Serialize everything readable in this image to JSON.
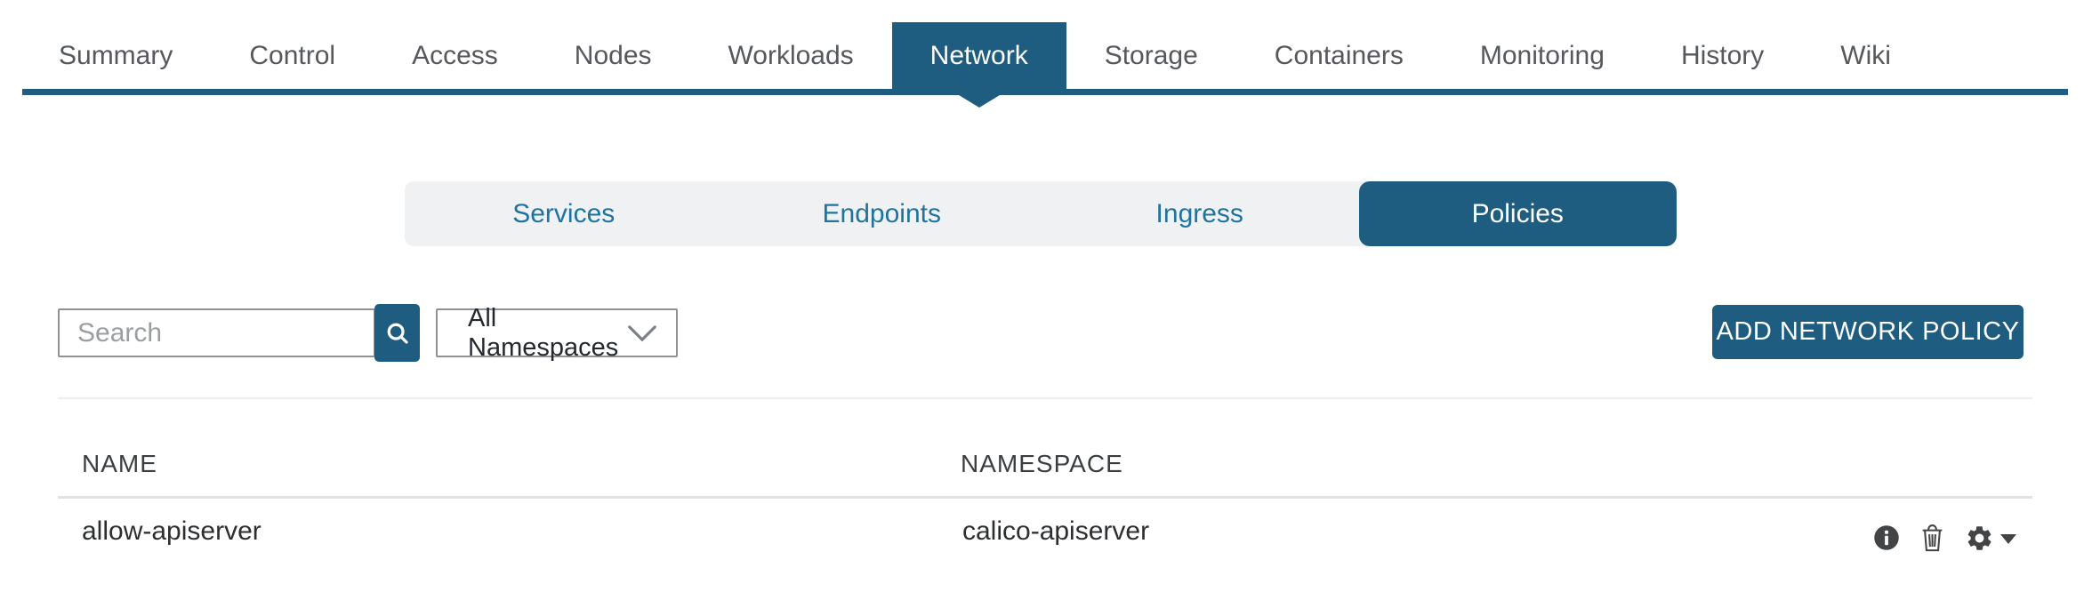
{
  "colors": {
    "accent": "#1e5c80",
    "subtab_link": "#1f739f",
    "nav_text": "#55585c",
    "icon_gray": "#424446"
  },
  "topnav": {
    "tabs": [
      {
        "label": "Summary",
        "active": false
      },
      {
        "label": "Control",
        "active": false
      },
      {
        "label": "Access",
        "active": false
      },
      {
        "label": "Nodes",
        "active": false
      },
      {
        "label": "Workloads",
        "active": false
      },
      {
        "label": "Network",
        "active": true
      },
      {
        "label": "Storage",
        "active": false
      },
      {
        "label": "Containers",
        "active": false
      },
      {
        "label": "Monitoring",
        "active": false
      },
      {
        "label": "History",
        "active": false
      },
      {
        "label": "Wiki",
        "active": false
      }
    ]
  },
  "subtabs": {
    "tabs": [
      {
        "label": "Services",
        "active": false
      },
      {
        "label": "Endpoints",
        "active": false
      },
      {
        "label": "Ingress",
        "active": false
      },
      {
        "label": "Policies",
        "active": true
      }
    ]
  },
  "toolbar": {
    "search_placeholder": "Search",
    "namespace_selected": "All Namespaces",
    "add_button_label": "ADD NETWORK POLICY"
  },
  "table": {
    "columns": [
      "NAME",
      "NAMESPACE"
    ],
    "rows": [
      {
        "name": "allow-apiserver",
        "namespace": "calico-apiserver"
      }
    ]
  },
  "row_actions": [
    "info-icon",
    "trash-icon",
    "gear-icon",
    "caret-down-icon"
  ]
}
